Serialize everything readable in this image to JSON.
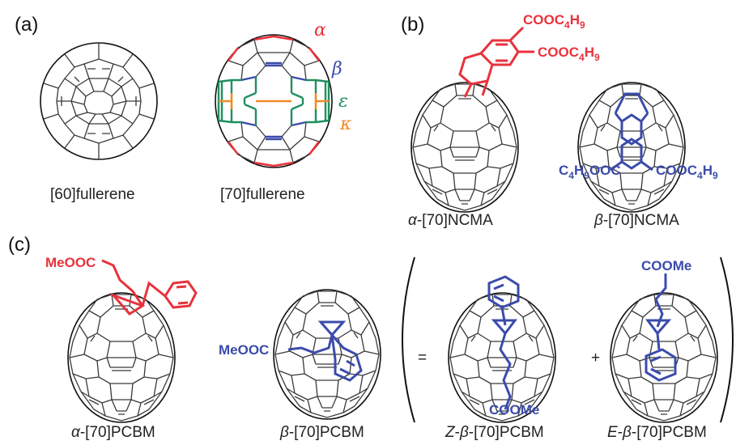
{
  "panels": {
    "a": {
      "label": "(a)",
      "c60_caption": "[60]fullerene",
      "c70_caption": "[70]fullerene",
      "bond_labels": {
        "alpha": "α",
        "beta": "β",
        "epsilon": "ε",
        "kappa": "κ"
      }
    },
    "b": {
      "label": "(b)",
      "alpha_caption_prefix": "α",
      "alpha_caption_suffix": "-[70]NCMA",
      "beta_caption_prefix": "β",
      "beta_caption_suffix": "-[70]NCMA",
      "ester_main": "COOC",
      "ester_sub4": "4",
      "ester_h": "H",
      "ester_sub9": "9",
      "beta_left_main": "C",
      "beta_left_sub4": "4",
      "beta_left_h": "H",
      "beta_left_sub9": "9",
      "beta_left_ooc": "OOC"
    },
    "c": {
      "label": "(c)",
      "alpha_caption_prefix": "α",
      "alpha_caption_suffix": "-[70]PCBM",
      "beta_caption_prefix": "β",
      "beta_caption_suffix": "-[70]PCBM",
      "z_caption_z": "Z",
      "z_caption_beta": "β",
      "z_caption_suffix": "-[70]PCBM",
      "e_caption_e": "E",
      "e_caption_beta": "β",
      "e_caption_suffix": "-[70]PCBM",
      "meooc": "MeOOC",
      "coome": "COOMe",
      "equals": "=",
      "plus": "+"
    }
  },
  "colors": {
    "alpha": "#e8323c",
    "beta": "#3b4bab",
    "epsilon": "#1f8f5f",
    "kappa": "#f08c28",
    "cage": "#3a3a3a"
  }
}
